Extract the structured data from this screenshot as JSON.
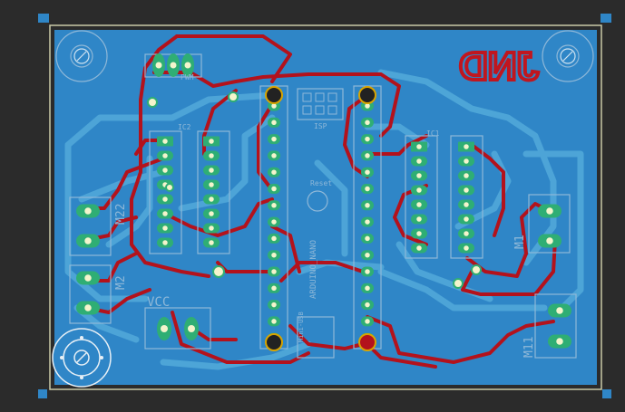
{
  "board": {
    "logo_text": "JND",
    "labels": {
      "m22": "M22",
      "m2": "M2",
      "m1": "M1",
      "m11": "M11",
      "vcc": "VCC",
      "isp": "ISP",
      "reset": "Reset",
      "arduino": "ARDUINO_NANO",
      "mini_usb": "Mini-USB",
      "ic_left": "IC2",
      "ic_right": "IC1",
      "pwm": "PWM"
    }
  },
  "colors": {
    "background": "#2b2b2b",
    "copper_bottom": "#2f86c7",
    "board_outline": "#c9c9a8",
    "trace_top": "#b3121c",
    "trace_bottom": "#4ba3d6",
    "pad": "#2fae74",
    "drill": "#f4f4cc",
    "silkscreen": "#8fb8d8"
  }
}
